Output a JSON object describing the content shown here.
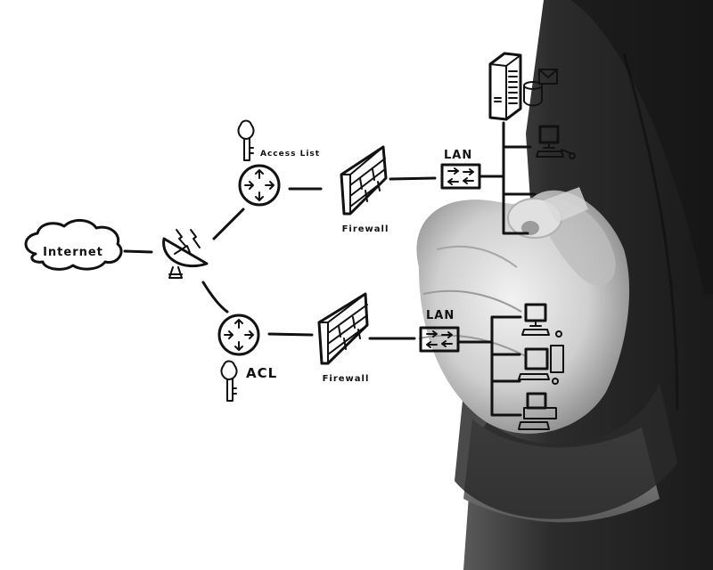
{
  "scene": {
    "description": "Hand drawing a network diagram on a transparent board",
    "style": "grayscale",
    "background_color": "#ffffff",
    "ink_color": "#111111",
    "suit_color": "#2a2a2a",
    "skin_color": "#cfcfcf"
  },
  "diagram": {
    "internet": {
      "label": "Internet",
      "icon": "cloud-icon"
    },
    "satellite": {
      "icon": "satellite-dish-icon"
    },
    "top_branch": {
      "router": {
        "icon": "router-icon"
      },
      "key_label": "Access List",
      "key_icon": "key-icon",
      "firewall": {
        "label": "Firewall",
        "icon": "brick-wall-icon"
      },
      "lan": {
        "label": "LAN",
        "icon": "switch-icon"
      },
      "devices": [
        {
          "type": "server",
          "icon": "server-tower-icon",
          "extras": [
            "database-icon",
            "mail-icon"
          ]
        },
        {
          "type": "workstation",
          "icon": "desktop-computer-icon"
        },
        {
          "type": "connection",
          "icon": "line-endpoint"
        },
        {
          "type": "connection",
          "icon": "line-endpoint"
        }
      ]
    },
    "bottom_branch": {
      "router": {
        "icon": "router-icon"
      },
      "key_label": "ACL",
      "key_icon": "key-icon",
      "firewall": {
        "label": "Firewall",
        "icon": "brick-wall-icon"
      },
      "lan": {
        "label": "LAN",
        "icon": "switch-icon"
      },
      "devices": [
        {
          "type": "workstation",
          "icon": "desktop-computer-icon"
        },
        {
          "type": "workstation",
          "icon": "tower-computer-icon"
        },
        {
          "type": "workstation",
          "icon": "desktop-computer-icon"
        }
      ]
    }
  }
}
